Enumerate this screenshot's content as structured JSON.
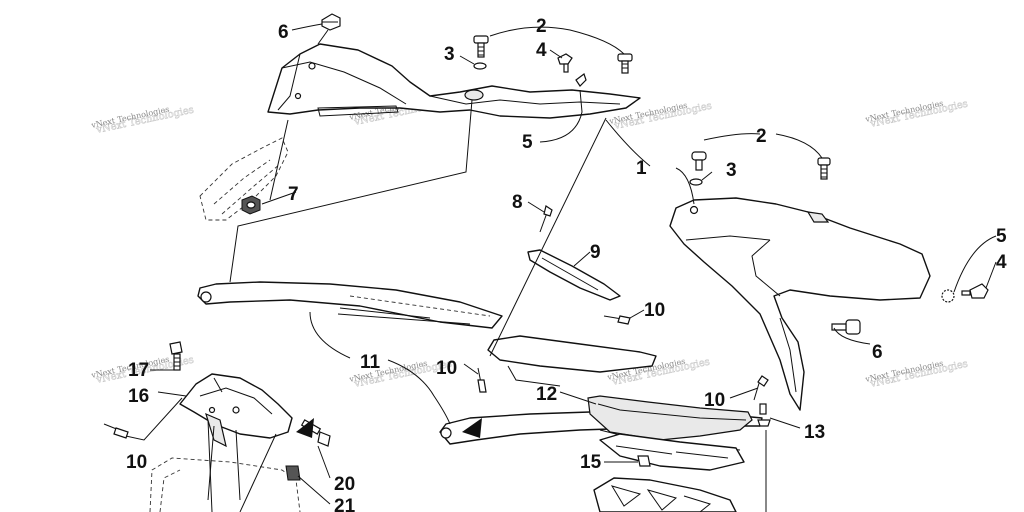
{
  "callouts": {
    "c1": "1",
    "c2a": "2",
    "c2b": "2",
    "c3a": "3",
    "c3b": "3",
    "c4a": "4",
    "c4b": "4",
    "c5a": "5",
    "c5b": "5",
    "c6a": "6",
    "c6b": "6",
    "c7": "7",
    "c8": "8",
    "c9": "9",
    "c10a": "10",
    "c10b": "10",
    "c10c": "10",
    "c10d": "10",
    "c11": "11",
    "c12": "12",
    "c13": "13",
    "c15": "15",
    "c16": "16",
    "c17": "17",
    "c20": "20",
    "c21": "21"
  },
  "watermark": {
    "text": "vNext Technologies"
  }
}
